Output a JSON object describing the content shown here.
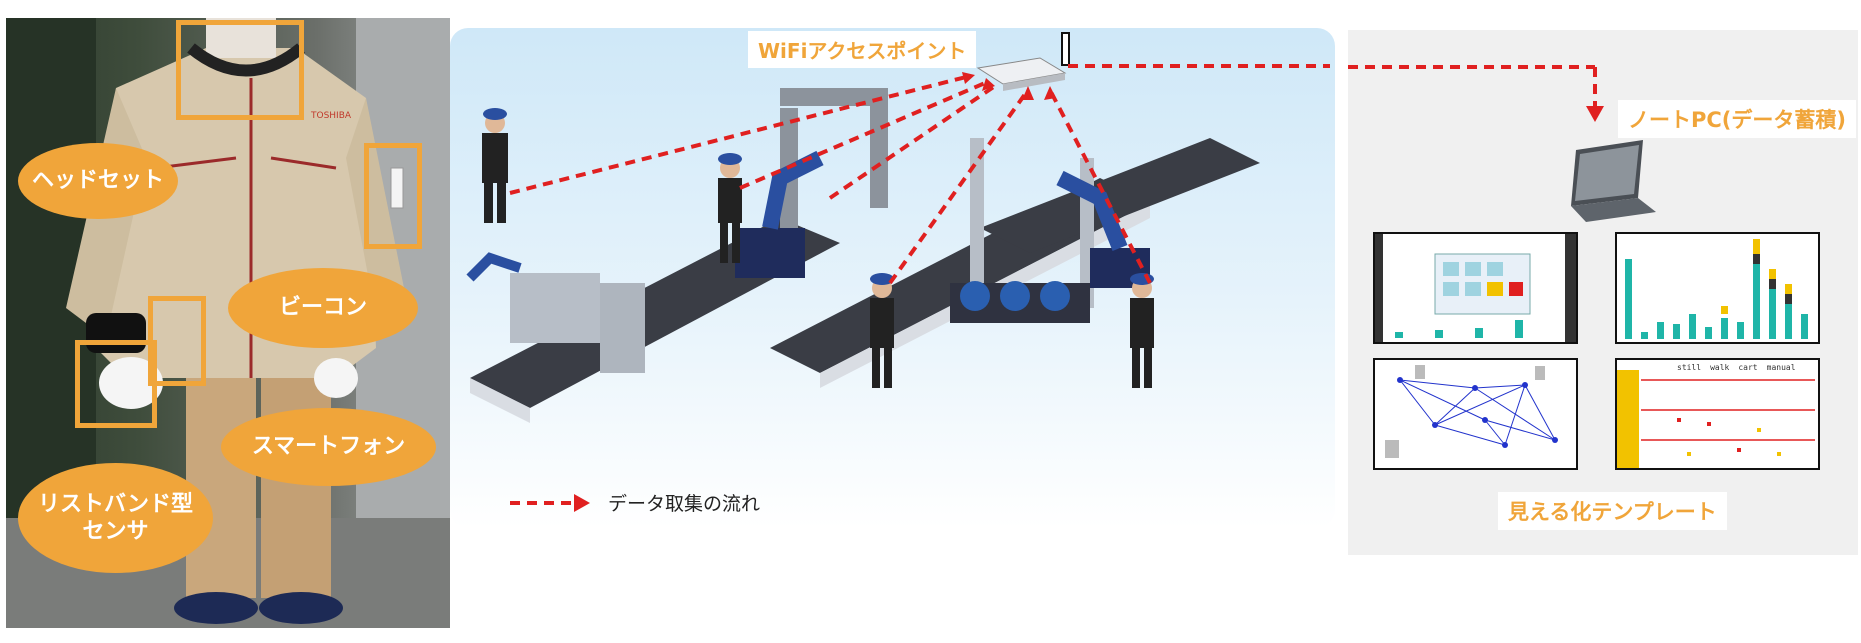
{
  "labels": {
    "headset": "ヘッドセット",
    "beacon": "ビーコン",
    "smartphone": "スマートフォン",
    "wristband": "リストバンド型\nセンサ",
    "wifi_ap": "WiFiアクセスポイント",
    "notebook_pc": "ノートPC(データ蓄積)",
    "templates": "見える化テンプレート",
    "legend_flow": "データ取集の流れ",
    "shirt_logo": "TOSHIBA"
  },
  "thumbnail_legend": [
    "still",
    "walk",
    "cart",
    "manual"
  ],
  "colors": {
    "accent_orange": "#f0a53a",
    "flow_red": "#e02020",
    "teal": "#1fb5a8",
    "yellow": "#f2c200",
    "network_blue": "#2233cc"
  }
}
